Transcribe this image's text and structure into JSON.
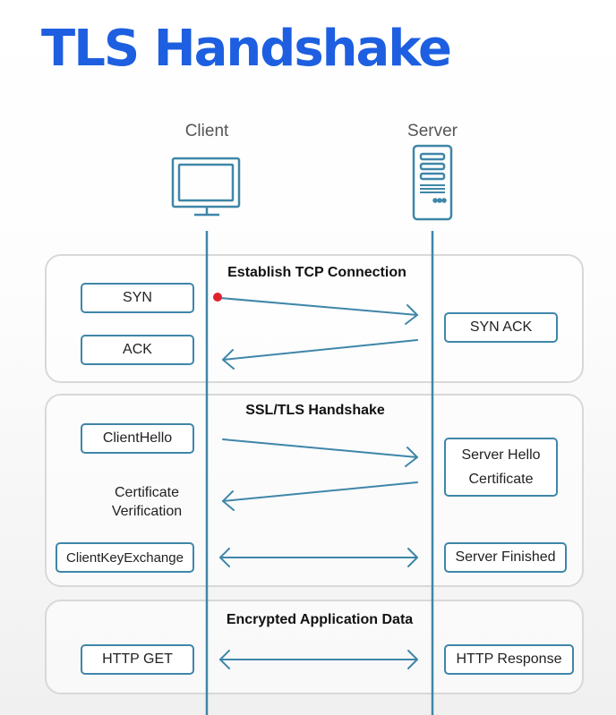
{
  "title": "TLS Handshake",
  "actors": {
    "client": "Client",
    "server": "Server"
  },
  "icons": {
    "client": "monitor-icon",
    "server": "server-tower-icon"
  },
  "colors": {
    "title": "#1d5fe0",
    "arrow": "#3f86a8",
    "lifeline": "#3f86a8",
    "cursor_dot": "#e0222d"
  },
  "sections": [
    {
      "title": "Establish TCP Connection",
      "client_messages": [
        "SYN",
        "ACK"
      ],
      "server_messages": [
        "SYN ACK"
      ]
    },
    {
      "title": "SSL/TLS Handshake",
      "client_messages": [
        "ClientHello",
        "ClientKeyExchange"
      ],
      "client_note": [
        "Certificate",
        "Verification"
      ],
      "server_messages": [
        "Server Hello",
        "Certificate",
        "Server Finished"
      ]
    },
    {
      "title": "Encrypted Application Data",
      "client_messages": [
        "HTTP GET"
      ],
      "server_messages": [
        "HTTP Response"
      ]
    }
  ]
}
